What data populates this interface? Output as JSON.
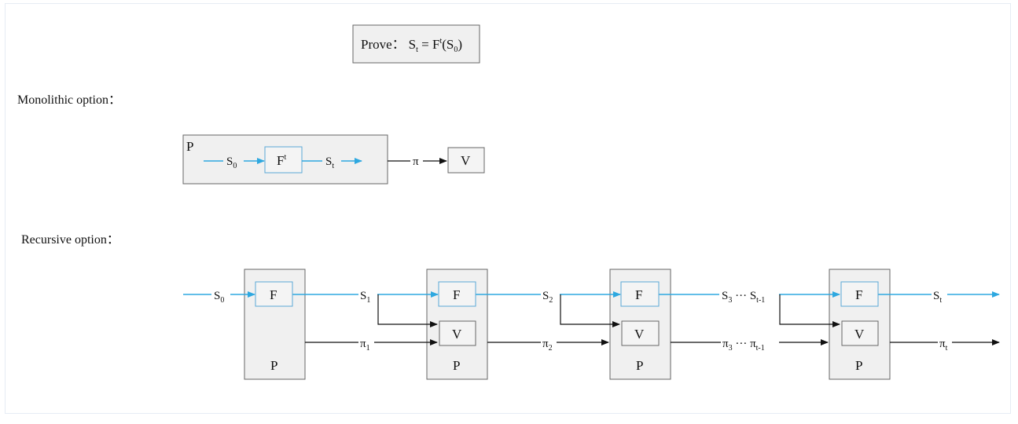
{
  "header": {
    "prove_prefix": "Prove：",
    "prove_formula": "S_t = F^t(S_0)"
  },
  "monolithic": {
    "section_label": "Monolithic option：",
    "prover_label": "P",
    "input_state": "S_0",
    "function_label": "F^t",
    "output_state": "S_t",
    "proof_label": "π",
    "verifier_label": "V"
  },
  "recursive": {
    "section_label": "Recursive option：",
    "input_state": "S_0",
    "stages": [
      {
        "function_label": "F",
        "verifier_label": null,
        "prover_label": "P",
        "out_state": "S_1",
        "out_proof": "π_1"
      },
      {
        "function_label": "F",
        "verifier_label": "V",
        "prover_label": "P",
        "out_state": "S_2",
        "out_proof": "π_2"
      },
      {
        "function_label": "F",
        "verifier_label": "V",
        "prover_label": "P",
        "out_state": "S_3 ··· S_t-1",
        "out_proof": "π_3 ··· π_t-1"
      },
      {
        "function_label": "F",
        "verifier_label": "V",
        "prover_label": "P",
        "out_state": "S_t",
        "out_proof": "π_t"
      }
    ]
  },
  "colors": {
    "state_flow": "#2ea8e0",
    "proof_flow": "#111111",
    "box_fill": "#f0f0f0",
    "box_border": "#666666",
    "inner_border": "#5aa9d6"
  }
}
